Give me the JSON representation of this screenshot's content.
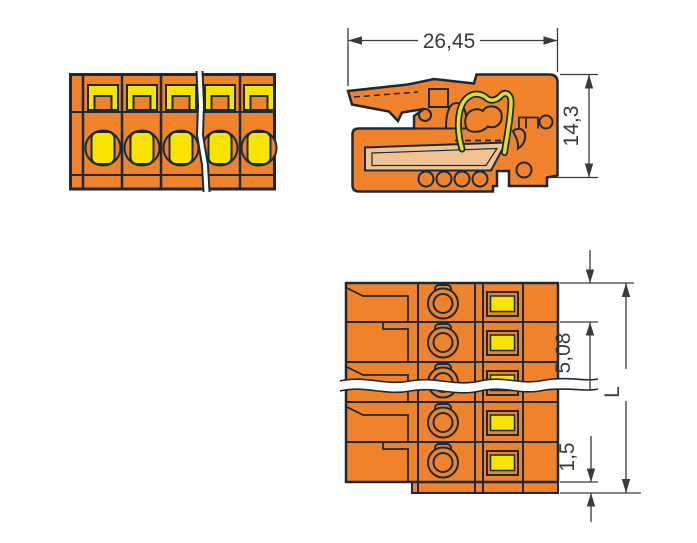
{
  "drawing": {
    "type": "connector-dimension-drawing",
    "views": {
      "front": {
        "label": "front-view",
        "poles": 5
      },
      "side": {
        "label": "side-view-cross-section"
      },
      "top": {
        "label": "top-view",
        "poles": 5
      }
    },
    "dimensions": {
      "overall_width": "26,45",
      "overall_height": "14,3",
      "pole_pitch": "5,08",
      "edge_offset": "1,5",
      "total_length": "L"
    }
  },
  "colors": {
    "orange": "#F0822C",
    "yellow": "#F9E300",
    "tan": "#F2C392",
    "spring": "#DDE02A",
    "ink": "#1B2A38",
    "dim": "#3A3A3A",
    "bg": "#FFFFFF"
  }
}
